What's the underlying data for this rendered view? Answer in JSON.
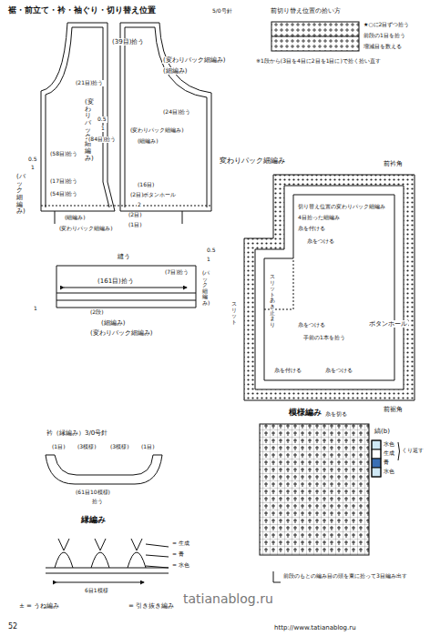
{
  "diagram": {
    "labels": [
      "裾・前立て・衿・袖ぐり・切り替え位置",
      "5/0号針",
      "(39目)拾う",
      "(21目)拾う",
      "(変わりパック細編み)",
      "(細編み)",
      "(変わりパック細編み)",
      "0.5",
      "1",
      "(84目)拾う",
      "(24目)拾う",
      "(変わりパック細編み)",
      "(細編み)",
      "(58目)拾う",
      "0.5",
      "1",
      "(17目)拾う",
      "(54目)拾う",
      "(パック細編み)",
      "(16目)",
      "(2目)ボタンホール",
      "(細編み)",
      "(変わりパック細編み)",
      "2",
      "(2目)",
      "(1目)",
      "縫う",
      "(161目)拾う",
      "(7目)拾う",
      "0.5",
      "1",
      "(パック細編み)",
      "1",
      "(2段)",
      "(細編み)",
      "(変わりパック細編み)",
      "前切り替え位置の拾い方",
      "★○に2目ずつ拾う",
      "前段の1目を拾う",
      "増減目を数える",
      "※1段から(3目を4目に2目を1目に)で拾く拾い直す",
      "変わりパック細編み",
      "前衿角",
      "切り替え位置の変わりパック細編み",
      "4目拾った細編み",
      "糸を付ける",
      "糸をつける",
      "スリットあき止まり",
      "スリット",
      "糸をつける",
      "手前の1本を拾う",
      "ボタンホール",
      "糸を付ける",
      "糸をつける",
      "前裾角",
      "糸を切る",
      "衿（縁編み）3/0号針",
      "(1目)",
      "(3模様)",
      "(3模様)",
      "(1目)",
      "(61目10模様)",
      "拾う",
      "縁編み",
      "= 生成",
      "= 青",
      "= 水色",
      "6目1模様",
      "± = うね編み",
      "= 引き抜き編み",
      "模様編み",
      "縞(b)",
      "水色",
      "生成",
      "青",
      "水色",
      "くり返す",
      "前段のもとの編み目の頭を束に拾って3目編み出す",
      "52",
      "http://www.tatianablog.ru",
      "tatianablog.ru"
    ]
  }
}
